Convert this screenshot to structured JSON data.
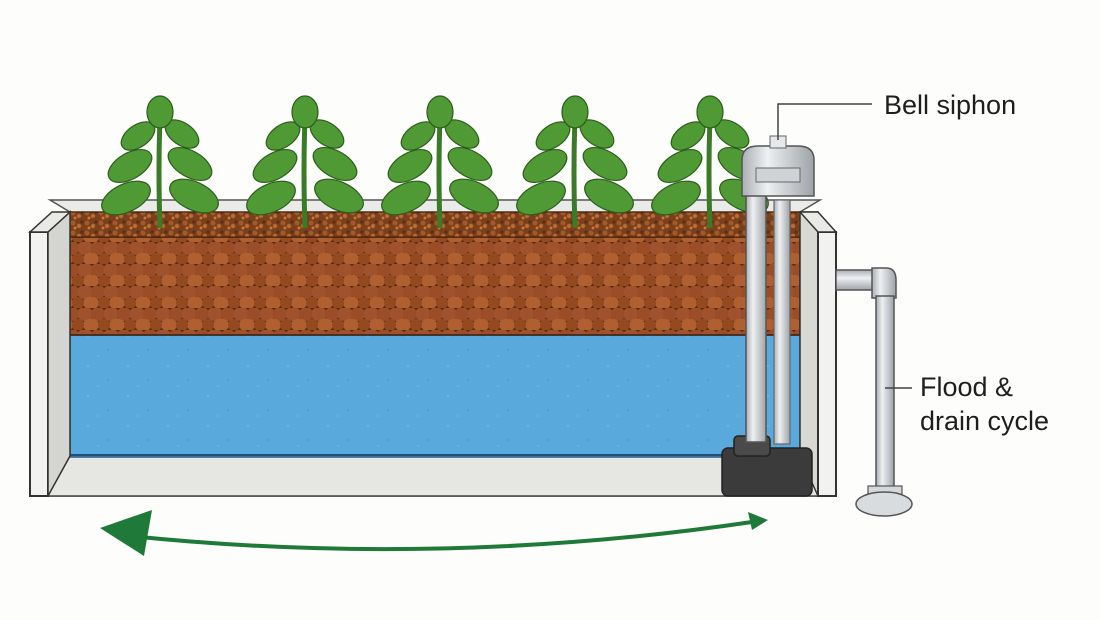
{
  "labels": {
    "bell_siphon": "Bell siphon",
    "flood_line1": "Flood &",
    "flood_line2": "drain cycle"
  },
  "colors": {
    "water": "#5aa9dd",
    "clay_pebbles": "#a0522d",
    "soil": "#8b4a22",
    "plant_leaf": "#4f9a35",
    "plant_stem": "#3b7a26",
    "tank_wall": "#e4e4e2",
    "pipe": "#d6d9dc",
    "arrow": "#1f7a3a"
  },
  "components": {
    "plants": [
      "plant",
      "plant",
      "plant",
      "plant",
      "plant"
    ],
    "icons": {
      "cycle_arrow": "double-headed-curved-arrow-icon",
      "siphon": "bell-siphon-icon"
    }
  }
}
